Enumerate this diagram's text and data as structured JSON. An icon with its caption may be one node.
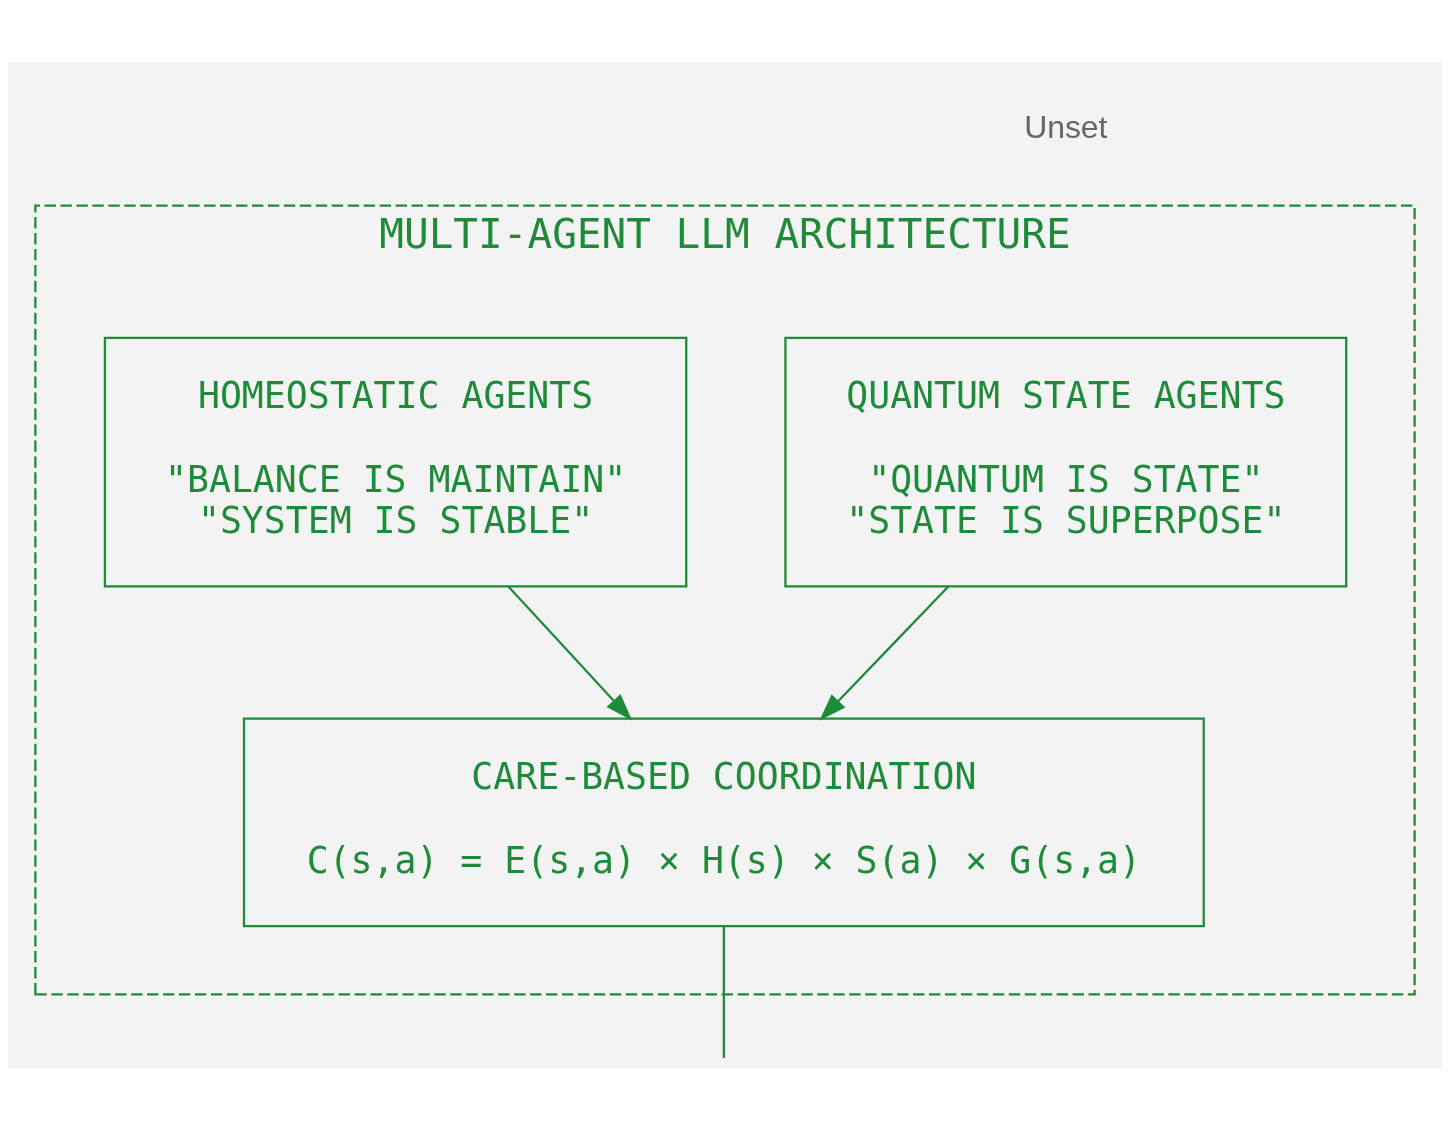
{
  "diagram": {
    "nodes": [
      {
        "text": [
          "MULTI-AGENT LLM ARCHITECTURE"
        ]
      },
      {
        "text": [
          "QUANTUM STATE AGENTS",
          "\"QUANTUM IS STATE\"",
          "\"STATE IS SUPERPOSE\""
        ],
        "in": 0
      },
      {
        "text": [
          "HOMEOSTATIC AGENTS",
          "\"BALANCE IS MAINTAIN\"",
          "\"SYSTEM IS STABLE\""
        ],
        "in": 0
      },
      {
        "text": [
          "CARE-BASED COORDINATION",
          "C(s,a) = E(s,a) × H(s) × S(a) × G(s,a)"
        ],
        "in": 0
      }
    ],
    "edges": [
      {
        "from": 1,
        "to": 3,
        "arrow": "to"
      },
      {
        "from": 2,
        "to": 3,
        "arrow": "to"
      },
      {
        "from": 3,
        "to": null,
        "arrow": "none"
      }
    ],
    "labels": [
      "Unset"
    ]
  }
}
